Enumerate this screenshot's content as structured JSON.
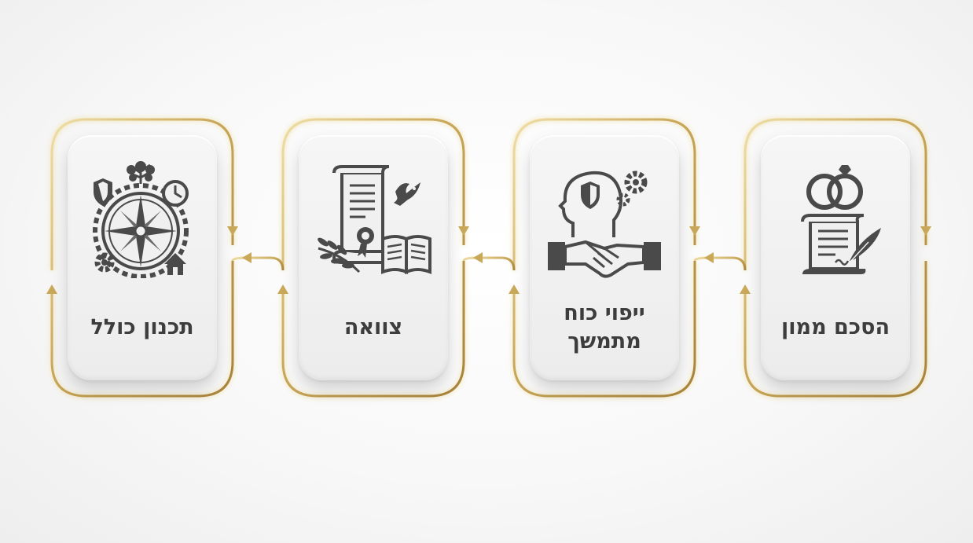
{
  "colors": {
    "gold_light": "#f0dfa6",
    "gold": "#c9a85a",
    "gold_dark": "#a8833a",
    "icon": "#4a4a4a",
    "text": "#3d3d3d"
  },
  "steps": [
    {
      "label": "תכנון כולל",
      "icon": "compass-gears-tree-icon"
    },
    {
      "label": "צוואה",
      "icon": "will-scroll-book-dove-icon"
    },
    {
      "label": "ייפוי כוח מתמשך",
      "icon": "mind-handshake-icon"
    },
    {
      "label": "הסכם ממון",
      "icon": "rings-contract-icon"
    }
  ]
}
